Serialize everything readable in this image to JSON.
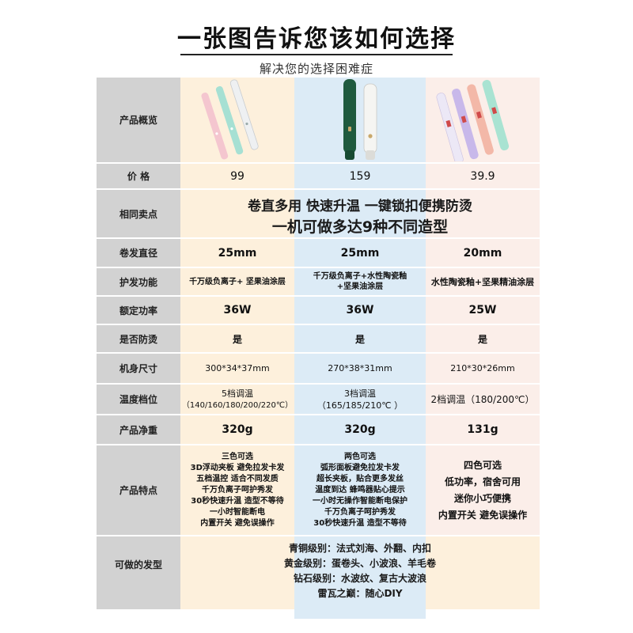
{
  "header": {
    "title": "一张图告诉您该如何选择",
    "subtitle": "解决您的选择困难症"
  },
  "rows": {
    "overview": {
      "label": "产品概览"
    },
    "price": {
      "label": "价 格",
      "a": "99",
      "b": "159",
      "c": "39.9"
    },
    "common": {
      "label": "相同卖点",
      "line1": "卷直多用 快速升温 一键锁扣便携防烫",
      "line2": "一机可做多达9种不同造型"
    },
    "diameter": {
      "label": "卷发直径",
      "a": "25mm",
      "b": "25mm",
      "c": "20mm"
    },
    "care": {
      "label": "护发功能",
      "a": "千万级负离子+ 坚果油涂层",
      "b1": "千万级负离子+水性陶瓷釉",
      "b2": "+坚果油涂层",
      "c": "水性陶瓷釉+坚果精油涂层"
    },
    "power": {
      "label": "额定功率",
      "a": "36W",
      "b": "36W",
      "c": "25W"
    },
    "antiburn": {
      "label": "是否防烫",
      "a": "是",
      "b": "是",
      "c": "是"
    },
    "size": {
      "label": "机身尺寸",
      "a": "300*34*37mm",
      "b": "270*38*31mm",
      "c": "210*30*26mm"
    },
    "temp": {
      "label": "温度档位",
      "a1": "5档调温",
      "a2": "（140/160/180/200/220℃）",
      "b1": "3档调温",
      "b2": "（165/185/210℃ ）",
      "c": "2档调温（180/200℃）"
    },
    "weight": {
      "label": "产品净重",
      "a": "320g",
      "b": "320g",
      "c": "131g"
    },
    "features": {
      "label": "产品特点",
      "a": [
        "三色可选",
        "3D浮动夹板 避免拉发卡发",
        "五档温控 适合不同发质",
        "千万负离子呵护秀发",
        "30秒快速升温 造型不等待",
        "一小时智能断电",
        "内置开关 避免误操作"
      ],
      "b": [
        "两色可选",
        "弧形面板避免拉发卡发",
        "超长夹板，贴合更多发丝",
        "温度到达 蜂鸣器贴心提示",
        "一小时无操作智能断电保护",
        "千万负离子呵护秀发",
        "30秒快速升温 造型不等待"
      ],
      "c": [
        "四色可选",
        "低功率，宿舍可用",
        "迷你小巧便携",
        "内置开关 避免误操作"
      ]
    },
    "styles": {
      "label": "可做的发型",
      "items": [
        "青铜级别：法式刘海、外翻、内扣",
        "黄金级别：蛋卷头、小波浪、羊毛卷",
        "钻石级别：水波纹、复古大波浪",
        "雷瓦之巅：随心DIY"
      ]
    }
  },
  "colors": {
    "label_bg": "#d2d2d2",
    "col_a": "#fdf0dc",
    "col_b": "#dcebf6",
    "col_c": "#fbeee9"
  }
}
